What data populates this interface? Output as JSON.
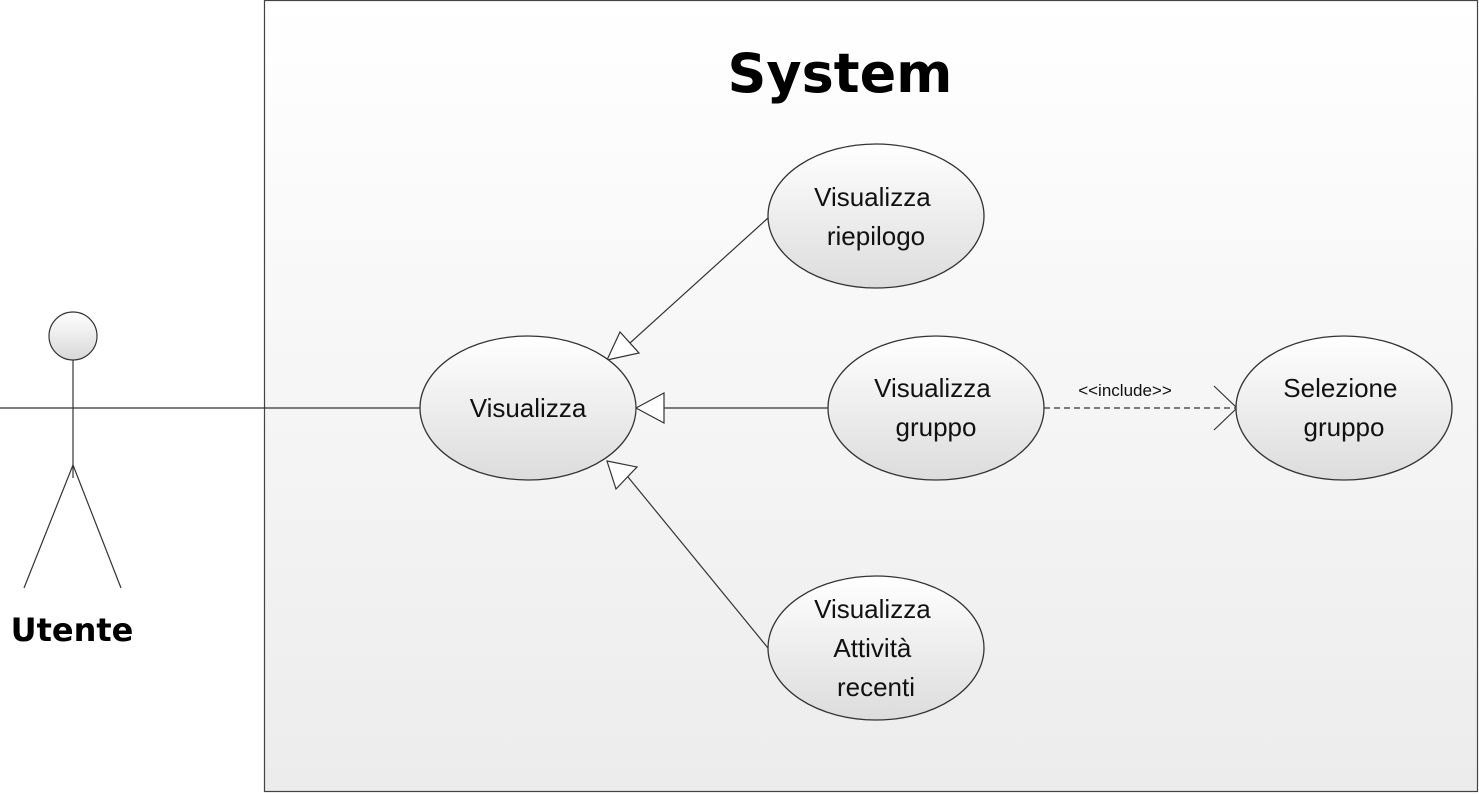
{
  "system": {
    "title": "System"
  },
  "actor": {
    "name": "Utente"
  },
  "use_cases": {
    "visualizza": {
      "lines": [
        "Visualizza"
      ]
    },
    "riepilogo": {
      "lines": [
        "Visualizza",
        "riepilogo"
      ]
    },
    "gruppo": {
      "lines": [
        "Visualizza",
        "gruppo"
      ]
    },
    "attivita": {
      "lines": [
        "Visualizza",
        "Attività",
        "recenti"
      ]
    },
    "selezione": {
      "lines": [
        "Selezione",
        "gruppo"
      ]
    }
  },
  "relations": {
    "include_label": "<<include>>"
  }
}
